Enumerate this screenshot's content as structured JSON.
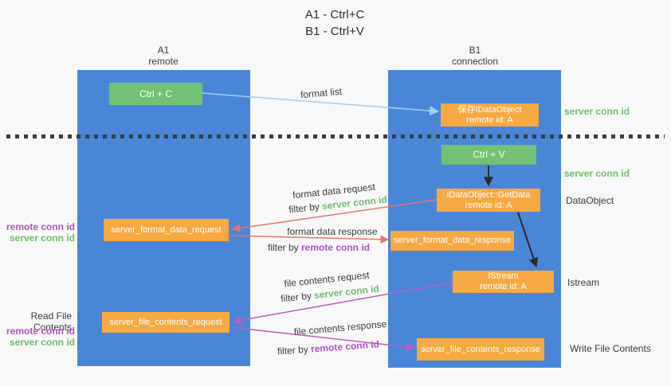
{
  "title": {
    "line1": "A1 - Ctrl+C",
    "line2": "B1 - Ctrl+V"
  },
  "lanes": {
    "left": {
      "name": "A1",
      "subtitle": "remote"
    },
    "right": {
      "name": "B1",
      "subtitle": "connection"
    }
  },
  "nodes": {
    "ctrl_c": {
      "label": "Ctrl + C"
    },
    "save_dataobject": {
      "line1": "保存IDataObject",
      "line2": "remote id: A"
    },
    "ctrl_v": {
      "label": "Ctrl + V"
    },
    "getdata": {
      "line1": "IDataObject::GetData",
      "line2": "remote id: A"
    },
    "format_request": {
      "label": "server_format_data_request"
    },
    "format_response": {
      "label": "server_format_data_response"
    },
    "istream": {
      "line1": "IStream",
      "line2": "remote id: A"
    },
    "file_request": {
      "label": "server_file_contents_request"
    },
    "file_response": {
      "label": "server_file_contents_response"
    }
  },
  "flow_labels": {
    "format_list": "format list",
    "format_data_request": "format data request",
    "format_data_response": "format data response",
    "file_contents_request": "file contents request",
    "file_contents_response": "file contents response",
    "filter_by": "filter by ",
    "server_conn_id": "server conn id",
    "remote_conn_id": "remote conn id"
  },
  "side_labels": {
    "server_conn_id": "server conn id",
    "remote_conn_id": "remote conn id",
    "dataobject": "DataObject",
    "istream": "Istream",
    "read_file_contents": "Read File Contents",
    "write_file_contents": "Write File Contents"
  },
  "colors": {
    "lane": "#4a86d8",
    "node_green": "#74c074",
    "node_orange": "#f7a942",
    "arrow_light_blue": "#a5cfee",
    "arrow_red": "#e8756a",
    "arrow_purple": "#c05bbe",
    "arrow_black": "#2b2b2b",
    "label_green": "#6cbe6c",
    "label_purple": "#b14fc4",
    "label_dark": "#3b3b3b",
    "background": "#f8f8f8"
  }
}
